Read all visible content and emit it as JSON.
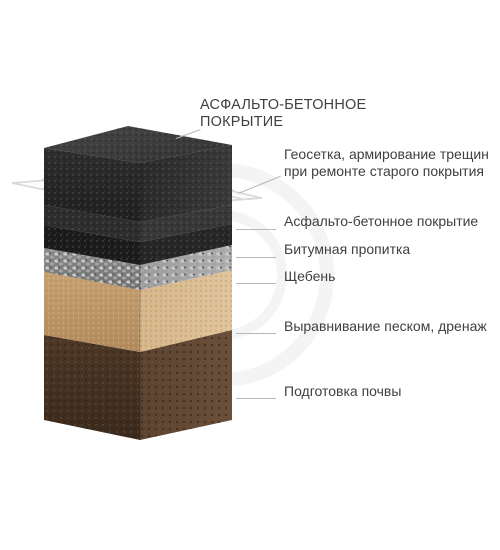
{
  "labels": {
    "top_line1": "АСФАЛЬТО-БЕТОННОЕ",
    "top_line2": "ПОКРЫТИЕ",
    "geogrid_line1": "Геосетка, армирование трещин",
    "geogrid_line2": "при ремонте старого покрытия",
    "asphalt": "Асфальто-бетонное покрытие",
    "bitumen": "Битумная пропитка",
    "gravel": "Щебень",
    "sand": "Выравнивание песком, дренаж",
    "soil": "Подготовка почвы"
  },
  "colors": {
    "asphalt": "#2a2a2a",
    "bitumen": "#1d1d1d",
    "gravel": "#8d8d8d",
    "sand": "#c9a77a",
    "soil": "#4a3526",
    "leader": "#b8b8b8",
    "text": "#404040"
  }
}
